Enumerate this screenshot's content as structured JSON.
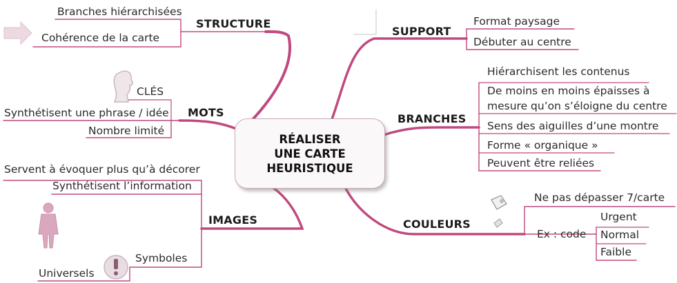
{
  "center": {
    "line1": "RÉALISER",
    "line2": "UNE CARTE",
    "line3": "HEURISTIQUE"
  },
  "branches": {
    "structure": {
      "label": "STRUCTURE",
      "items": [
        "Branches hiérarchisées",
        "Cohérence de la carte"
      ]
    },
    "mots": {
      "label": "MOTS",
      "items": [
        "CLÉS",
        "Synthétisent une phrase / idée",
        "Nombre limité"
      ]
    },
    "images": {
      "label": "IMAGES",
      "items": [
        "Servent à évoquer plus qu’à décorer",
        "Synthétisent l’information",
        "Symboles",
        "Universels"
      ]
    },
    "support": {
      "label": "SUPPORT",
      "items": [
        "Format paysage",
        "Débuter au centre"
      ]
    },
    "branches": {
      "label": "BRANCHES",
      "items": [
        "Hiérarchisent les contenus",
        "De moins en moins épaisses à",
        "mesure qu’on s’éloigne du centre",
        "Sens des aiguilles d’une montre",
        "Forme « organique »",
        "Peuvent être reliées"
      ]
    },
    "couleurs": {
      "label": "COULEURS",
      "items": [
        "Ne pas dépasser 7/carte",
        "Ex : code",
        "Urgent",
        "Normal",
        "Faible"
      ]
    }
  },
  "colors": {
    "branch_line": "#c0487e",
    "center_border": "#c8a6b6",
    "text": "#2a2a2a"
  },
  "icons": [
    "arrow-right-icon",
    "head-profile-icon",
    "human-figure-icon",
    "exclamation-icon",
    "paint-icon"
  ]
}
